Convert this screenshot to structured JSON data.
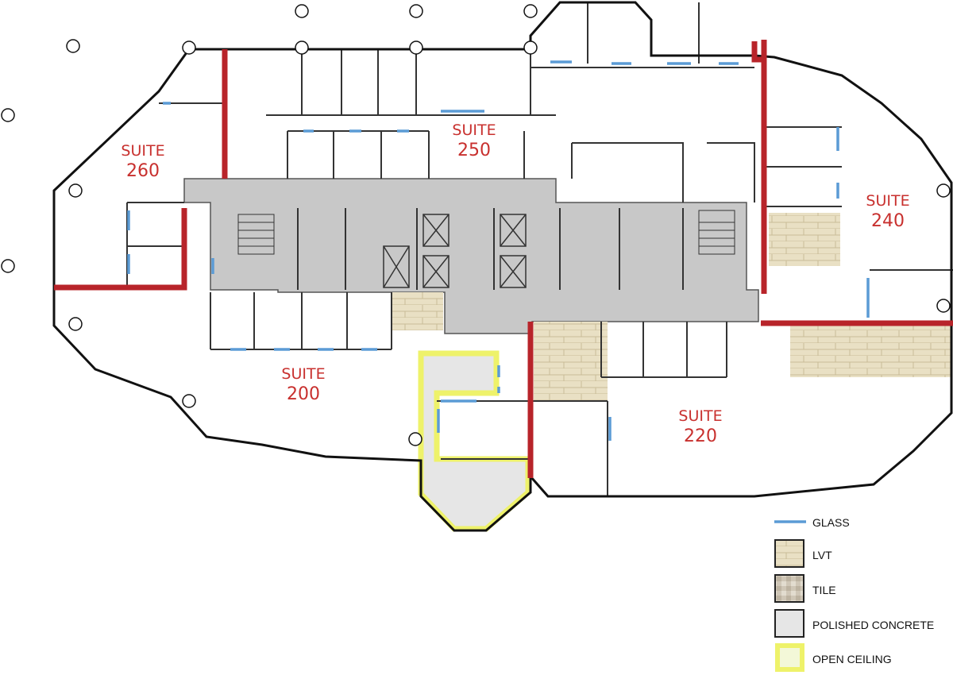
{
  "suites": [
    {
      "name": "SUITE",
      "number": "260"
    },
    {
      "name": "SUITE",
      "number": "250"
    },
    {
      "name": "SUITE",
      "number": "240"
    },
    {
      "name": "SUITE",
      "number": "200"
    },
    {
      "name": "SUITE",
      "number": "220"
    }
  ],
  "legend": {
    "glass": "GLASS",
    "lvt": "LVT",
    "tile": "TILE",
    "polished_concrete": "POLISHED CONCRETE",
    "open_ceiling": "OPEN CEILING"
  },
  "colors": {
    "demising_wall": "#b8242a",
    "glass": "#5b9bd5",
    "lvt": "#e9e0c4",
    "core": "#c8c8c8",
    "concrete": "#e6e6e6",
    "open_ceiling": "#eef26a",
    "suite_label": "#c8302e"
  }
}
